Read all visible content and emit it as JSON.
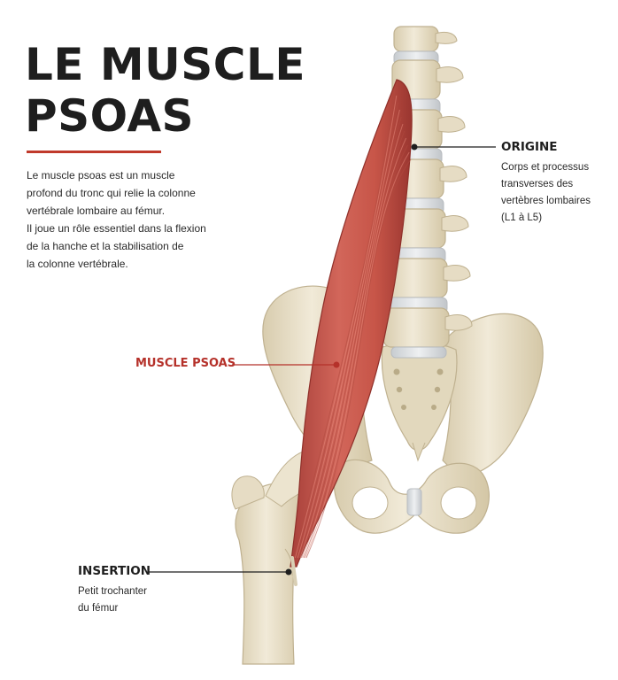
{
  "title": {
    "line1": "LE MUSCLE",
    "line2": "PSOAS"
  },
  "intro": {
    "lines": [
      "Le muscle psoas est un muscle",
      "profond du tronc qui relie la colonne",
      "vertébrale lombaire au fémur.",
      "Il joue un rôle essentiel dans la flexion",
      "de la hanche et la stabilisation de",
      "la colonne vertébrale."
    ]
  },
  "labels": {
    "origine": {
      "title": "ORIGINE",
      "desc": [
        "Corps et processus",
        "transverses des",
        "vertèbres lombaires",
        "(L1 à L5)"
      ]
    },
    "muscle": {
      "title": "MUSCLE PSOAS"
    },
    "insertion": {
      "title": "INSERTION",
      "desc": [
        "Petit trochanter",
        "du fémur"
      ]
    }
  },
  "colors": {
    "accent": "#c0392b",
    "muscle": "#c9564b",
    "muscle_dark": "#9e3a32",
    "bone": "#e9e1cc",
    "bone_shadow": "#cbbf9f",
    "text": "#1e1e1e"
  }
}
